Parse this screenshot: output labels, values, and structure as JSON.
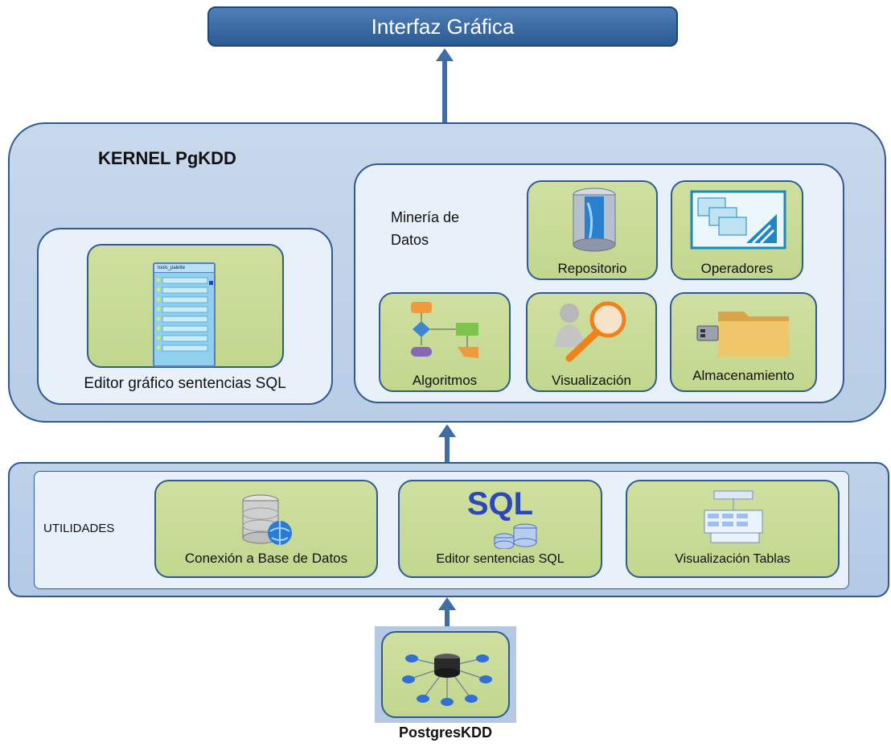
{
  "top": {
    "title": "Interfaz Gráfica"
  },
  "kernel": {
    "title": "KERNEL PgKDD",
    "editor_label": "Editor gráfico sentencias SQL",
    "editor_window_title": "tools_palette",
    "mineria_line1": "Minería de",
    "mineria_line2": "Datos",
    "cards": {
      "repositorio": "Repositorio",
      "operadores": "Operadores",
      "algoritmos": "Algoritmos",
      "visualizacion": "Visualización",
      "almacenamiento": "Almacenamiento"
    }
  },
  "utilidades": {
    "title": "UTILIDADES",
    "conexion": "Conexión a Base de Datos",
    "sql_big": "SQL",
    "editor_sql": "Editor sentencias SQL",
    "visualizacion_tablas": "Visualización Tablas"
  },
  "bottom": {
    "label": "PostgresKDD"
  },
  "colors": {
    "accent": "#2f5a92",
    "card_green": "#c8db95",
    "panel_blue": "#e8f1fa"
  }
}
